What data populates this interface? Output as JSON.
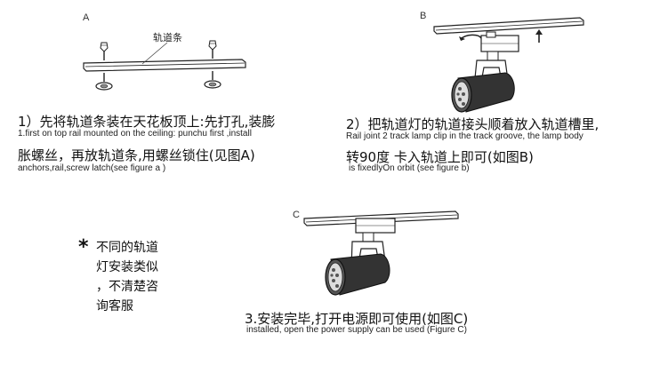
{
  "figure_a": {
    "letter": "A",
    "rail_label": "轨道条",
    "step_cn_1": "1）先将轨道条装在天花板顶上:先打孔,装膨",
    "step_en_1": "1.first on top rail mounted on the ceiling: punchu first ,install",
    "step_cn_2": "胀螺丝，再放轨道条,用螺丝锁住(见图A)",
    "step_en_2": "anchors,rail,screw latch(see figure a )"
  },
  "figure_b": {
    "letter": "B",
    "step_cn_1": "2）把轨道灯的轨道接头顺着放入轨道槽里,",
    "step_en_1": "Rail joint 2 track lamp clip in the track groove, the lamp body",
    "step_cn_2": "转90度 卡入轨道上即可(如图B)",
    "step_en_2": "is fixedlyOn orbit (see figure b)"
  },
  "figure_c": {
    "letter": "C",
    "step_cn": "3.安装完毕,打开电源即可使用(如图C)",
    "step_en": "installed, open the power supply can be used (Figure C)"
  },
  "note": {
    "star": "*",
    "line_1": "不同的轨道",
    "line_2": "灯安装类似",
    "line_3": "，不清楚咨",
    "line_4": "询客服"
  }
}
